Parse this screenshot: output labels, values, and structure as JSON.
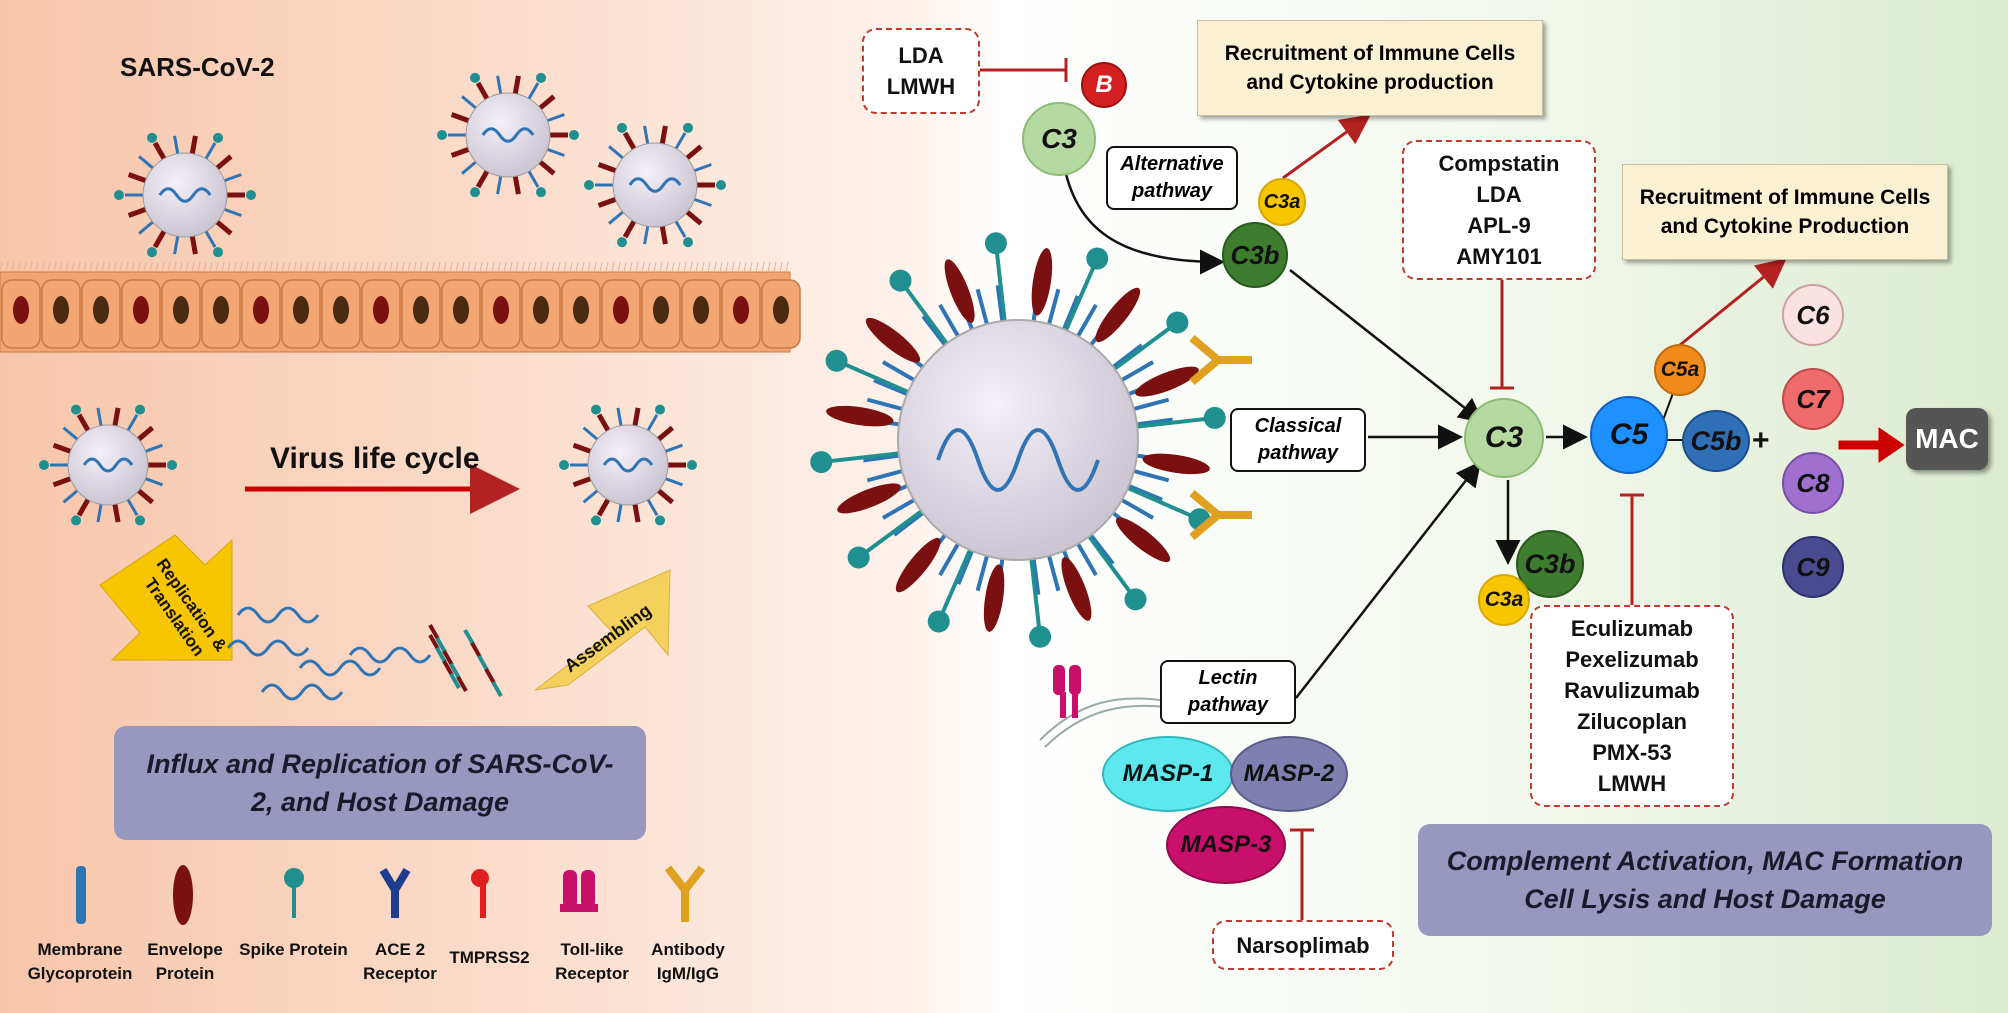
{
  "virus_title": "SARS-CoV-2",
  "life_cycle": {
    "label": "Virus life cycle",
    "replication_arrow": "Replication & Translation",
    "assembling_arrow": "Assembling"
  },
  "left_summary": "Influx and Replication of SARS-CoV-2, and Host Damage",
  "legend": [
    {
      "icon": "membrane-glycoprotein-icon",
      "label": "Membrane Glycoprotein"
    },
    {
      "icon": "envelope-protein-icon",
      "label": "Envelope Protein"
    },
    {
      "icon": "spike-protein-icon",
      "label": "Spike Protein"
    },
    {
      "icon": "ace2-receptor-icon",
      "label": "ACE 2 Receptor"
    },
    {
      "icon": "tmprss2-icon",
      "label": "TMPRSS2"
    },
    {
      "icon": "toll-like-receptor-icon",
      "label": "Toll-like Receptor"
    },
    {
      "icon": "antibody-icon",
      "label": "Antibody IgM/IgG"
    }
  ],
  "pathways": {
    "alternative": "Alternative pathway",
    "classical": "Classical pathway",
    "lectin": "Lectin pathway"
  },
  "inhibitors": {
    "alternative": [
      "LDA",
      "LMWH"
    ],
    "c3": [
      "Compstatin",
      "LDA",
      "APL-9",
      "AMY101"
    ],
    "c5": [
      "Eculizumab",
      "Pexelizumab",
      "Ravulizumab",
      "Zilucoplan",
      "PMX-53",
      "LMWH"
    ],
    "masp": [
      "Narsoplimab"
    ]
  },
  "recruitment": {
    "top": "Recruitment of Immune Cells and Cytokine production",
    "right": "Recruitment of Immune Cells and Cytokine Production"
  },
  "components": {
    "b": "B",
    "c3_alt": "C3",
    "c3a_top": "C3a",
    "c3b_top": "C3b",
    "c3_center": "C3",
    "c3b_bottom": "C3b",
    "c3a_bottom": "C3a",
    "c5": "C5",
    "c5a": "C5a",
    "c5b": "C5b",
    "plus": "+",
    "c6": "C6",
    "c7": "C7",
    "c8": "C8",
    "c9": "C9",
    "mac": "MAC"
  },
  "masp": {
    "masp1": "MASP-1",
    "masp2": "MASP-2",
    "masp3": "MASP-3"
  },
  "right_summary": "Complement Activation, MAC Formation Cell Lysis and Host Damage",
  "colors": {
    "inhibit_red": "#b22222",
    "arrow_black": "#111111",
    "c3_green": "#b5d9a0",
    "c5_blue": "#1e90ff",
    "c5b_blue": "#2f6fb8",
    "c3b_green": "#3e7d2f",
    "small_yellow": "#f7c600",
    "c5a_orange": "#f08a1a",
    "masp1": "#5ce8ec",
    "masp2": "#7f7fb0",
    "masp3": "#c8106a",
    "mac_gray": "#555555"
  }
}
